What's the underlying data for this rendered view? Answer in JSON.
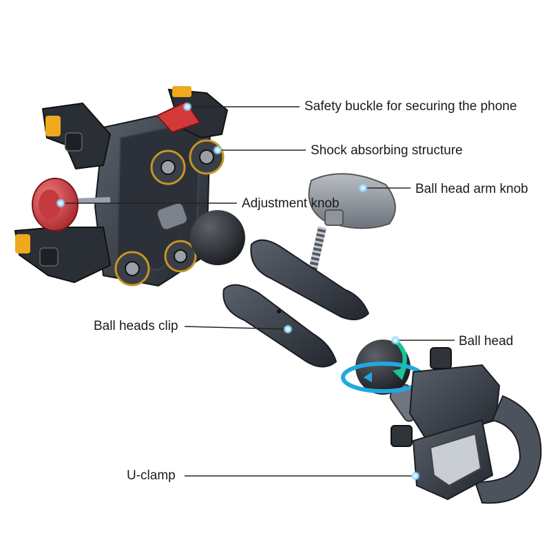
{
  "callouts": [
    {
      "id": "safety-buckle",
      "text": "Safety buckle for securing the phone"
    },
    {
      "id": "shock-absorbing",
      "text": "Shock absorbing structure"
    },
    {
      "id": "ball-head-arm-knob",
      "text": "Ball head arm knob"
    },
    {
      "id": "adjustment-knob",
      "text": "Adjustment knob"
    },
    {
      "id": "ball-heads-clip",
      "text": "Ball heads clip"
    },
    {
      "id": "ball-head",
      "text": "Ball head"
    },
    {
      "id": "u-clamp",
      "text": "U-clamp"
    }
  ],
  "colors": {
    "metal_dark": "#2b2f36",
    "metal_mid": "#4a505a",
    "metal_light": "#8a9099",
    "accent_yellow": "#f0a81e",
    "accent_red": "#d23a3a",
    "rotation_arrow": "#1fa9e0",
    "rotation_arrow_green": "#18c49a",
    "leader_line": "#222222",
    "dot": "#7fd0ff"
  }
}
